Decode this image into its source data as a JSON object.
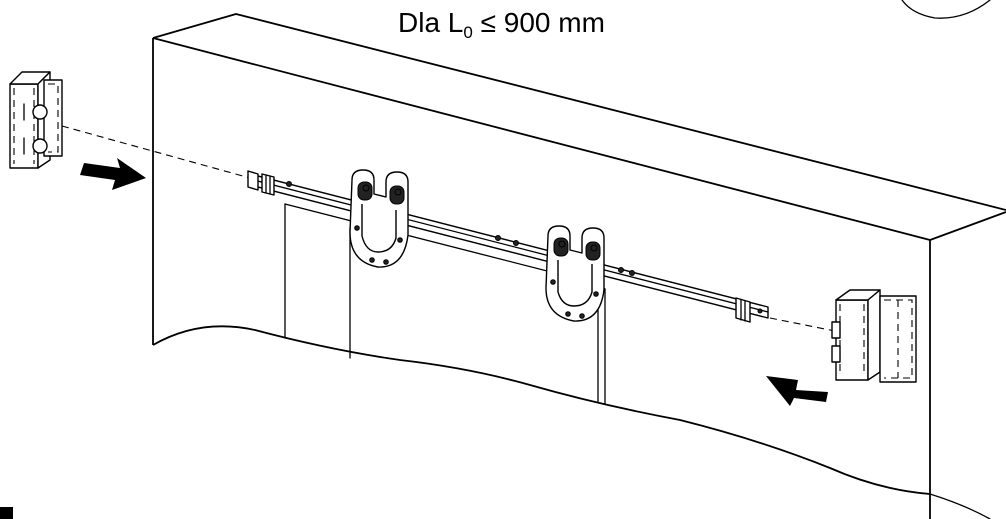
{
  "title": {
    "prefix": "Dla L",
    "subscript": "0",
    "suffix": " ≤ 900 mm"
  },
  "icons": {
    "left_connector": "end-stop-block",
    "right_connector": "end-stop-block",
    "arrow_left": "arrow-right-icon",
    "arrow_right": "arrow-left-icon"
  },
  "colors": {
    "line": "#000000",
    "background": "#ffffff"
  }
}
